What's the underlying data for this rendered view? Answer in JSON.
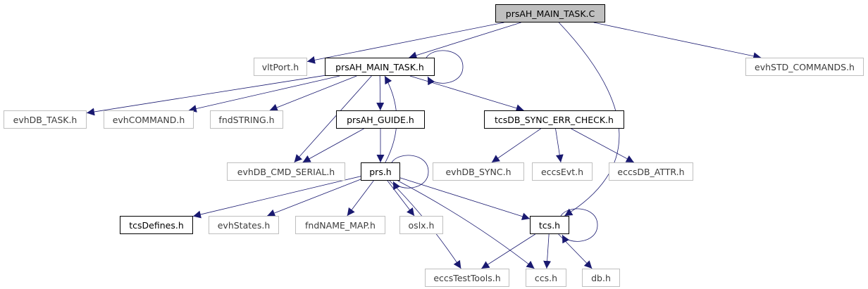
{
  "graph": {
    "edge_color": "#191970",
    "root_fill": "#bfbfbf",
    "external_border": "#bfbfbf",
    "nodes": {
      "prsAH_MAIN_TASK_C": {
        "label": "prsAH_MAIN_TASK.C",
        "kind": "root"
      },
      "vltPort_h": {
        "label": "vltPort.h",
        "kind": "external"
      },
      "prsAH_MAIN_TASK_h": {
        "label": "prsAH_MAIN_TASK.h",
        "kind": "documented"
      },
      "evhSTD_COMMANDS_h": {
        "label": "evhSTD_COMMANDS.h",
        "kind": "external"
      },
      "evhDB_TASK_h": {
        "label": "evhDB_TASK.h",
        "kind": "external"
      },
      "evhCOMMAND_h": {
        "label": "evhCOMMAND.h",
        "kind": "external"
      },
      "fndSTRING_h": {
        "label": "fndSTRING.h",
        "kind": "external"
      },
      "prsAH_GUIDE_h": {
        "label": "prsAH_GUIDE.h",
        "kind": "documented"
      },
      "tcsDB_SYNC_ERR_CHECK_h": {
        "label": "tcsDB_SYNC_ERR_CHECK.h",
        "kind": "documented"
      },
      "evhDB_CMD_SERIAL_h": {
        "label": "evhDB_CMD_SERIAL.h",
        "kind": "external"
      },
      "prs_h": {
        "label": "prs.h",
        "kind": "documented"
      },
      "evhDB_SYNC_h": {
        "label": "evhDB_SYNC.h",
        "kind": "external"
      },
      "eccsEvt_h": {
        "label": "eccsEvt.h",
        "kind": "external"
      },
      "eccsDB_ATTR_h": {
        "label": "eccsDB_ATTR.h",
        "kind": "external"
      },
      "tcsDefines_h": {
        "label": "tcsDefines.h",
        "kind": "documented"
      },
      "evhStates_h": {
        "label": "evhStates.h",
        "kind": "external"
      },
      "fndNAME_MAP_h": {
        "label": "fndNAME_MAP.h",
        "kind": "external"
      },
      "oslx_h": {
        "label": "oslx.h",
        "kind": "external"
      },
      "tcs_h": {
        "label": "tcs.h",
        "kind": "documented"
      },
      "eccsTestTools_h": {
        "label": "eccsTestTools.h",
        "kind": "external"
      },
      "ccs_h": {
        "label": "ccs.h",
        "kind": "external"
      },
      "db_h": {
        "label": "db.h",
        "kind": "external"
      }
    },
    "edges": [
      [
        "prsAH_MAIN_TASK_C",
        "vltPort_h"
      ],
      [
        "prsAH_MAIN_TASK_C",
        "prsAH_MAIN_TASK_h"
      ],
      [
        "prsAH_MAIN_TASK_C",
        "evhSTD_COMMANDS_h"
      ],
      [
        "prsAH_MAIN_TASK_C",
        "tcs_h"
      ],
      [
        "prsAH_MAIN_TASK_h",
        "prsAH_MAIN_TASK_h"
      ],
      [
        "prsAH_MAIN_TASK_h",
        "evhDB_TASK_h"
      ],
      [
        "prsAH_MAIN_TASK_h",
        "evhCOMMAND_h"
      ],
      [
        "prsAH_MAIN_TASK_h",
        "fndSTRING_h"
      ],
      [
        "prsAH_MAIN_TASK_h",
        "prsAH_GUIDE_h"
      ],
      [
        "prsAH_MAIN_TASK_h",
        "tcsDB_SYNC_ERR_CHECK_h"
      ],
      [
        "prsAH_MAIN_TASK_h",
        "evhDB_CMD_SERIAL_h"
      ],
      [
        "prsAH_GUIDE_h",
        "evhDB_CMD_SERIAL_h"
      ],
      [
        "prsAH_GUIDE_h",
        "prs_h"
      ],
      [
        "tcsDB_SYNC_ERR_CHECK_h",
        "evhDB_SYNC_h"
      ],
      [
        "tcsDB_SYNC_ERR_CHECK_h",
        "eccsEvt_h"
      ],
      [
        "tcsDB_SYNC_ERR_CHECK_h",
        "eccsDB_ATTR_h"
      ],
      [
        "prs_h",
        "prs_h"
      ],
      [
        "prs_h",
        "prsAH_MAIN_TASK_h"
      ],
      [
        "prs_h",
        "tcsDefines_h"
      ],
      [
        "prs_h",
        "evhStates_h"
      ],
      [
        "prs_h",
        "fndNAME_MAP_h"
      ],
      [
        "prs_h",
        "oslx_h"
      ],
      [
        "prs_h",
        "tcs_h"
      ],
      [
        "prs_h",
        "eccsTestTools_h"
      ],
      [
        "prs_h",
        "ccs_h"
      ],
      [
        "tcs_h",
        "tcs_h"
      ],
      [
        "tcs_h",
        "eccsTestTools_h"
      ],
      [
        "tcs_h",
        "ccs_h"
      ],
      [
        "tcs_h",
        "db_h"
      ]
    ]
  }
}
